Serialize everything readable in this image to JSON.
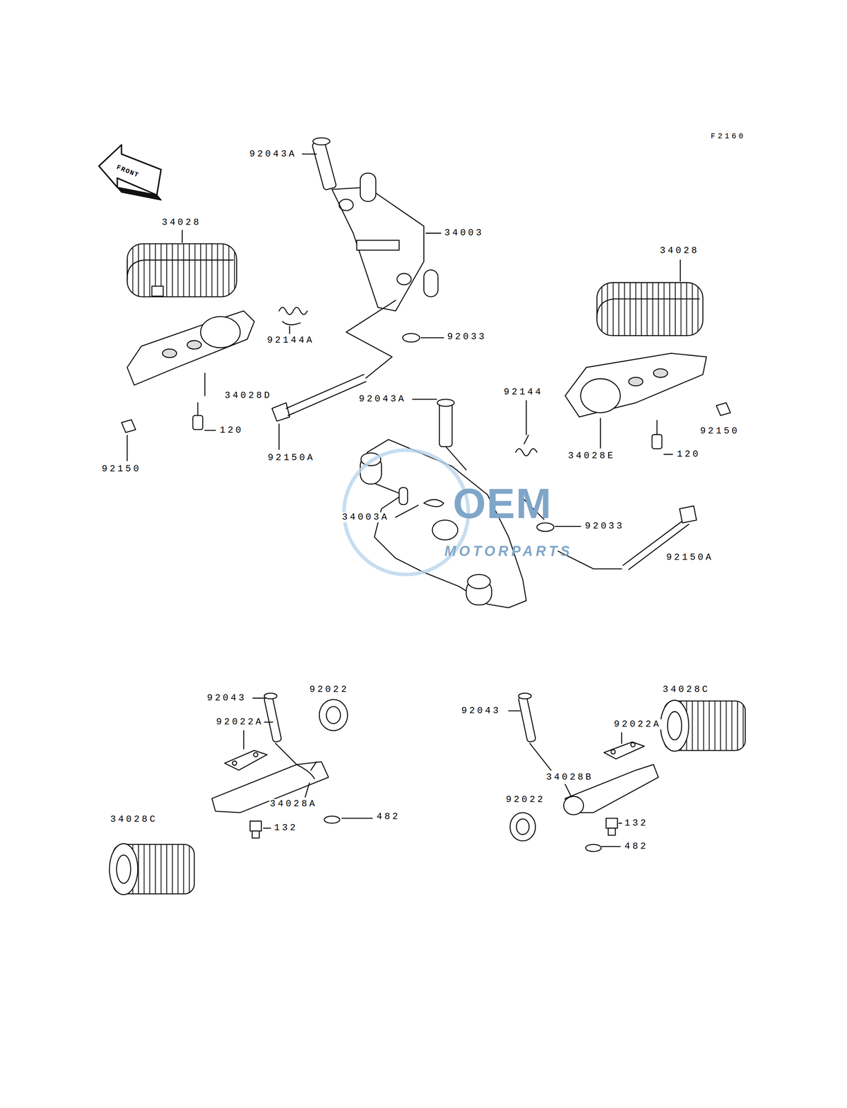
{
  "diagram": {
    "labels": [
      "F2160",
      "FRONT",
      "92043A",
      "34028",
      "34003",
      "34028",
      "92144A",
      "92033",
      "34028D",
      "92043A",
      "92144",
      "92150",
      "120",
      "92150A",
      "34028E",
      "120",
      "92150",
      "34003A",
      "92033",
      "92150A",
      "OEM",
      "MOTORPARTS",
      "92043",
      "92022",
      "34028C",
      "92022A",
      "34028A",
      "482",
      "132",
      "92043",
      "92022A",
      "34028C",
      "34028B",
      "92022",
      "132",
      "482"
    ]
  }
}
